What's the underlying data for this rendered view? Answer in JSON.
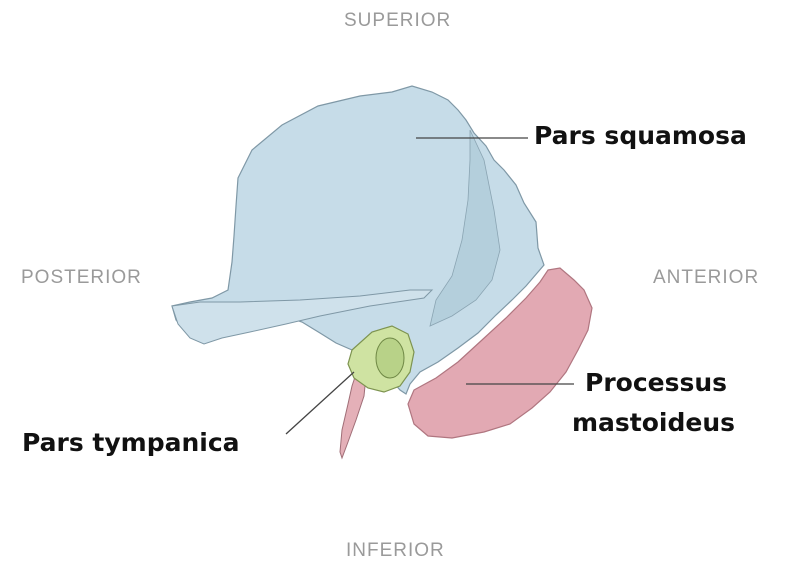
{
  "orientation": {
    "superior": "SUPERIOR",
    "inferior": "INFERIOR",
    "posterior": "POSTERIOR",
    "anterior": "ANTERIOR"
  },
  "labels": {
    "pars_squamosa": "Pars squamosa",
    "processus_line1": "Processus",
    "processus_line2": "mastoideus",
    "pars_tympanica": "Pars tympanica"
  },
  "colors": {
    "squamous": "#c6dce8",
    "squamous_edge": "#7f98a6",
    "mastoid": "#e2a9b3",
    "tympanic": "#cfe3a2",
    "leader": "#444444",
    "orientation_text": "#9a9a9a"
  }
}
